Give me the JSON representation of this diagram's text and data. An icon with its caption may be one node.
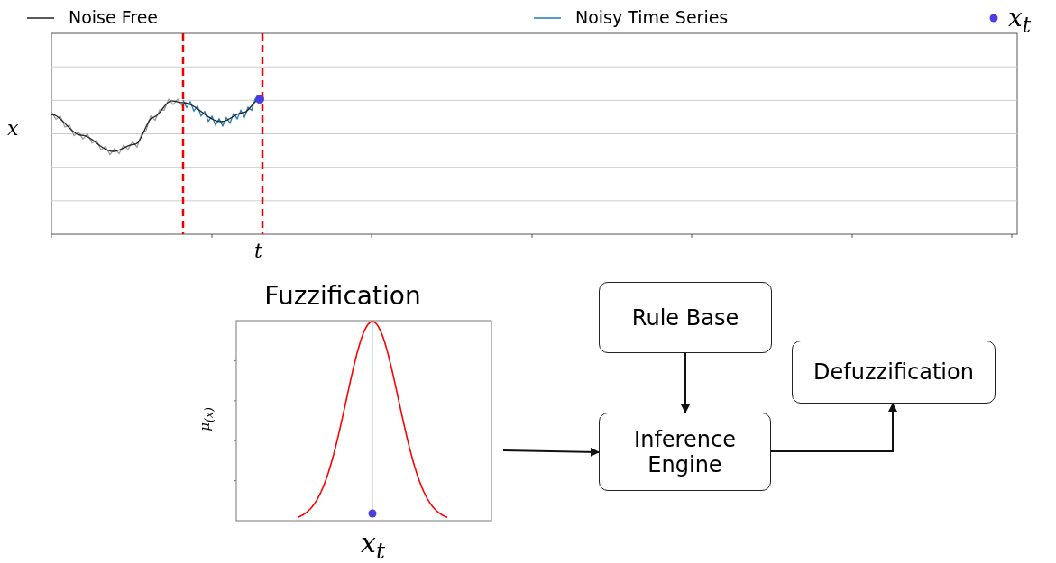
{
  "diagram": {
    "nodes": [
      {
        "text": [
          "Fuzzification"
        ]
      },
      {
        "text": [
          "Rule Base"
        ]
      },
      {
        "text": [
          "Inference Engine"
        ]
      },
      {
        "text": [
          "Defuzzification"
        ]
      }
    ],
    "edges": [
      {
        "from": 0,
        "to": 2,
        "arrow": "to"
      },
      {
        "from": 1,
        "to": 2,
        "arrow": "to"
      },
      {
        "from": 2,
        "to": 3,
        "arrow": "to"
      }
    ],
    "labels": [
      "x",
      "t",
      "μ$_{(x)}$",
      "x$_{t}$"
    ],
    "legend": [
      {
        "text": "Noise Free"
      },
      {
        "text": "Noisy Time Series"
      },
      {
        "text": "x$_{t}$"
      }
    ]
  }
}
